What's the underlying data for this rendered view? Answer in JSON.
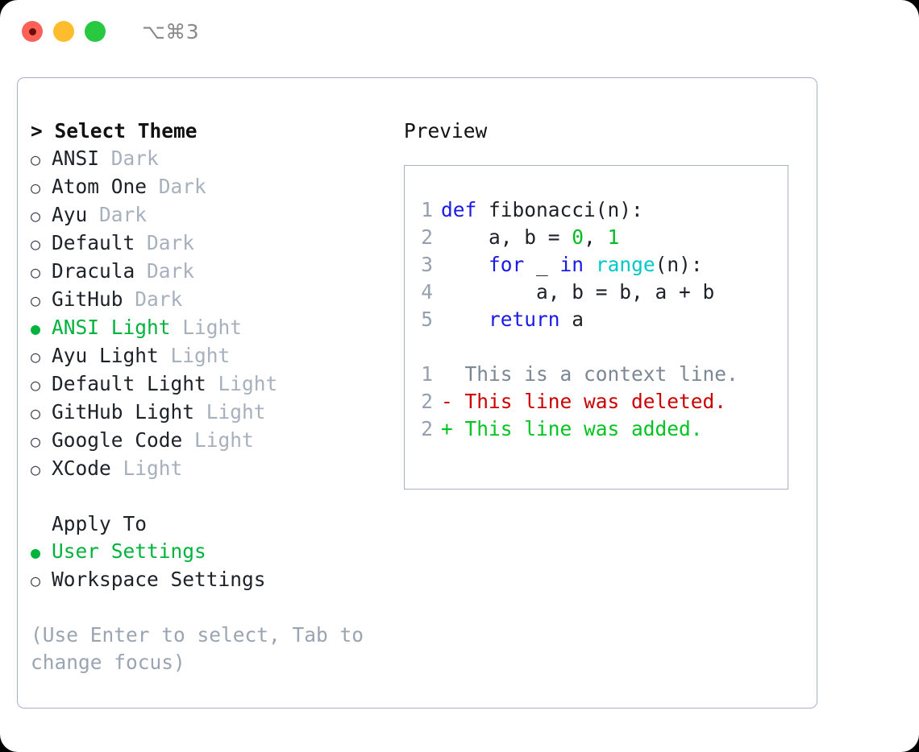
{
  "window": {
    "traffic_lights": [
      "close-red",
      "minimize-yellow",
      "zoom-green"
    ],
    "shortcut_label": "⌥⌘3"
  },
  "theme_picker": {
    "header": "> Select Theme",
    "themes": [
      {
        "bullet": "○",
        "name": "ANSI",
        "suffix": "Dark",
        "selected": false
      },
      {
        "bullet": "○",
        "name": "Atom One",
        "suffix": "Dark",
        "selected": false
      },
      {
        "bullet": "○",
        "name": "Ayu",
        "suffix": "Dark",
        "selected": false
      },
      {
        "bullet": "○",
        "name": "Default",
        "suffix": "Dark",
        "selected": false
      },
      {
        "bullet": "○",
        "name": "Dracula",
        "suffix": "Dark",
        "selected": false
      },
      {
        "bullet": "○",
        "name": "GitHub",
        "suffix": "Dark",
        "selected": false
      },
      {
        "bullet": "●",
        "name": "ANSI Light",
        "suffix": "Light",
        "selected": true
      },
      {
        "bullet": "○",
        "name": "Ayu Light",
        "suffix": "Light",
        "selected": false
      },
      {
        "bullet": "○",
        "name": "Default Light",
        "suffix": "Light",
        "selected": false
      },
      {
        "bullet": "○",
        "name": "GitHub Light",
        "suffix": "Light",
        "selected": false
      },
      {
        "bullet": "○",
        "name": "Google Code",
        "suffix": "Light",
        "selected": false
      },
      {
        "bullet": "○",
        "name": "XCode",
        "suffix": "Light",
        "selected": false
      }
    ],
    "apply_to": {
      "title": "Apply To",
      "options": [
        {
          "bullet": "●",
          "name": "User Settings",
          "selected": true
        },
        {
          "bullet": "○",
          "name": "Workspace Settings",
          "selected": false
        }
      ]
    },
    "hint": "(Use Enter to select, Tab to change focus)"
  },
  "preview": {
    "title": "Preview",
    "code_lines": [
      {
        "no": "1",
        "tokens": [
          {
            "t": "def ",
            "c": "kw"
          },
          {
            "t": "fibonacci(n):",
            "c": "plain"
          }
        ]
      },
      {
        "no": "2",
        "tokens": [
          {
            "t": "    a, b = ",
            "c": "plain"
          },
          {
            "t": "0",
            "c": "num"
          },
          {
            "t": ", ",
            "c": "plain"
          },
          {
            "t": "1",
            "c": "num"
          }
        ]
      },
      {
        "no": "3",
        "tokens": [
          {
            "t": "    ",
            "c": "plain"
          },
          {
            "t": "for",
            "c": "kw"
          },
          {
            "t": " _ ",
            "c": "plain"
          },
          {
            "t": "in",
            "c": "kw"
          },
          {
            "t": " ",
            "c": "plain"
          },
          {
            "t": "range",
            "c": "fn"
          },
          {
            "t": "(n):",
            "c": "plain"
          }
        ]
      },
      {
        "no": "4",
        "tokens": [
          {
            "t": "        a, b = b, a + b",
            "c": "plain"
          }
        ]
      },
      {
        "no": "5",
        "tokens": [
          {
            "t": "    ",
            "c": "plain"
          },
          {
            "t": "return",
            "c": "kw"
          },
          {
            "t": " a",
            "c": "plain"
          }
        ]
      }
    ],
    "diff_lines": [
      {
        "no": "1",
        "marker": "  ",
        "text": "This is a context line.",
        "kind": "ctx"
      },
      {
        "no": "2",
        "marker": "- ",
        "text": "This line was deleted.",
        "kind": "del"
      },
      {
        "no": "2",
        "marker": "+ ",
        "text": "This line was added.",
        "kind": "add"
      }
    ]
  },
  "colors": {
    "accent_green": "#00b33c",
    "border": "#a9b2c0",
    "muted": "#a7b0bd",
    "keyword_blue": "#1a1ae6",
    "function_cyan": "#00c8c8",
    "number_green": "#00bb22",
    "diff_del_red": "#cc0000",
    "diff_add_green": "#00c420"
  }
}
